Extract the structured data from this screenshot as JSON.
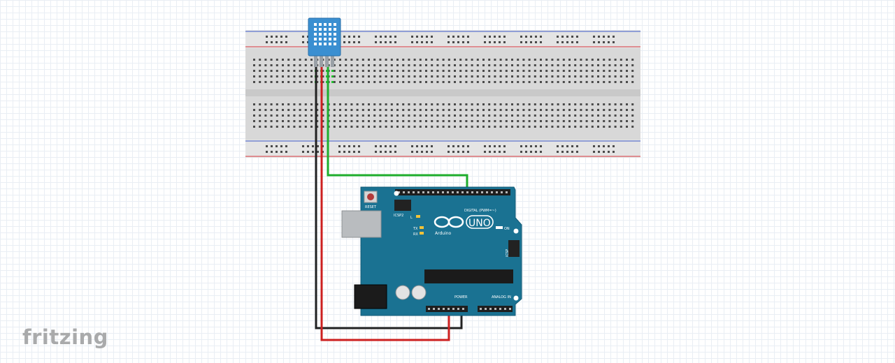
{
  "app": {
    "logo": "fritzing"
  },
  "arduino": {
    "model": "UNO",
    "brand": "Arduino",
    "reset_label": "RESET",
    "icsp2_label": "ICSP2",
    "icsp_label": "ICSP",
    "digital_label": "DIGITAL (PWM=~)",
    "power_label": "POWER",
    "analog_label": "ANALOG IN",
    "on_label": "ON",
    "led_l": "L",
    "led_tx": "TX",
    "led_rx": "RX"
  },
  "colors": {
    "breadboard": "#dcdcdc",
    "arduino": "#1a7292",
    "sensor": "#3a8fd1",
    "wire_black": "#222222",
    "wire_red": "#cc1f1f",
    "wire_green": "#1fae2c",
    "rail_red": "#d9363e",
    "rail_blue": "#3b57c9"
  }
}
